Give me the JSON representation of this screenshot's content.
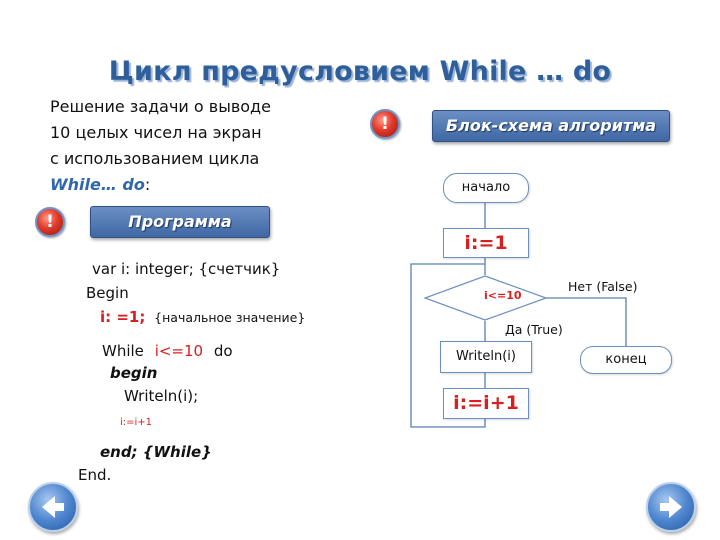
{
  "title": "Цикл предусловием While … do",
  "task": {
    "line1": "Решение задачи о выводе",
    "line2": "10 целых чисел на экран",
    "line3": "с использованием цикла",
    "keyword": "While… do",
    "colon": ":"
  },
  "badges": {
    "exclamation": "!"
  },
  "headers": {
    "program": "Программа",
    "flowchart": "Блок-схема алгоритма"
  },
  "code": {
    "var_line": "var i: integer; {счетчик}",
    "begin": "Begin",
    "init_code": "i:  =1;",
    "init_comment": "{начальное значение}",
    "while_kw": "While",
    "while_cond": "i<=10",
    "do_kw": "do",
    "inner_begin": "begin",
    "writeln": "Writeln(i);",
    "incr": "i:=i+1",
    "end_while": "end; {While}",
    "end": "End."
  },
  "flowchart": {
    "start": "начало",
    "init": "i:=1",
    "cond": "i<=10",
    "no": "Нет (False)",
    "yes": "Да (True)",
    "writeln": "Writeln(i)",
    "end": "конец",
    "incr": "i:=i+1"
  },
  "nav": {
    "prev_icon": "arrow-left-icon",
    "next_icon": "arrow-right-icon"
  }
}
